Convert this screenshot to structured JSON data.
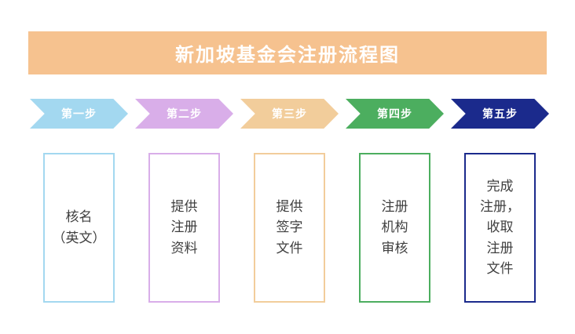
{
  "title": "新加坡基金会注册流程图",
  "colors": {
    "banner": "#f6c28f",
    "background": "#ffffff",
    "box_text": "#3f3f3f",
    "step1": "#a3d8f0",
    "step2": "#d9aee9",
    "step3": "#f2cd9b",
    "step4": "#4cae5f",
    "step5": "#1b2a8c"
  },
  "steps": [
    {
      "label": "第一步",
      "color": "#a3d8f0",
      "box_lines": [
        "核名",
        "（英文）"
      ]
    },
    {
      "label": "第二步",
      "color": "#d9aee9",
      "box_lines": [
        "提供",
        "注册",
        "资料"
      ]
    },
    {
      "label": "第三步",
      "color": "#f2cd9b",
      "box_lines": [
        "提供",
        "签字",
        "文件"
      ]
    },
    {
      "label": "第四步",
      "color": "#4cae5f",
      "box_lines": [
        "注册",
        "机构",
        "审核"
      ]
    },
    {
      "label": "第五步",
      "color": "#1b2a8c",
      "box_lines": [
        "完成",
        "注册，",
        "收取",
        "注册",
        "文件"
      ]
    }
  ]
}
